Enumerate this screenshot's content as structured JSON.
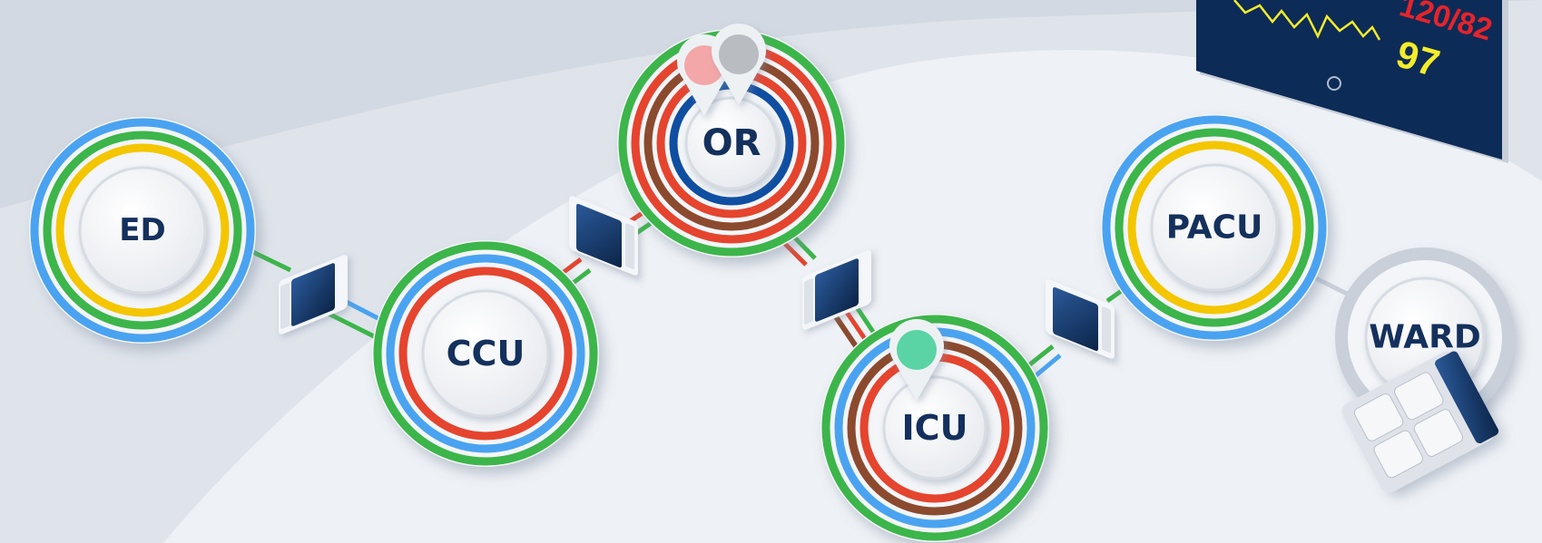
{
  "nodes": [
    {
      "id": "ed",
      "label": "ED",
      "rings": [
        "#4aa3f0",
        "#3cb54a",
        "#f3c600"
      ],
      "pins": []
    },
    {
      "id": "ccu",
      "label": "CCU",
      "rings": [
        "#3cb54a",
        "#4aa3f0",
        "#e5442e"
      ],
      "pins": []
    },
    {
      "id": "or",
      "label": "OR",
      "rings": [
        "#3cb54a",
        "#e5442e",
        "#8b4a2e",
        "#e5442e",
        "#0f4ea1"
      ],
      "pins": [
        "#f4a7a9",
        "#b9bcc0"
      ]
    },
    {
      "id": "icu",
      "label": "ICU",
      "rings": [
        "#3cb54a",
        "#4aa3f0",
        "#8b4a2e",
        "#e5442e"
      ],
      "pins": [
        "#5ad4a4"
      ]
    },
    {
      "id": "pacu",
      "label": "PACU",
      "rings": [
        "#4aa3f0",
        "#3cb54a",
        "#f3c600"
      ],
      "pins": []
    },
    {
      "id": "ward",
      "label": "WARD",
      "rings": [
        "#c9d0da"
      ],
      "pins": []
    }
  ],
  "monitor": {
    "bp": "120/82",
    "value": "97",
    "colors": {
      "bp": "#e5242b",
      "value": "#f4ec2a",
      "trace": "#f4ec2a",
      "screen": "#0d2b57"
    }
  },
  "colors": {
    "background": "#d3d9e2",
    "path": "#eef1f5",
    "label": "#14305c",
    "device_screen": "#0d2b57"
  }
}
